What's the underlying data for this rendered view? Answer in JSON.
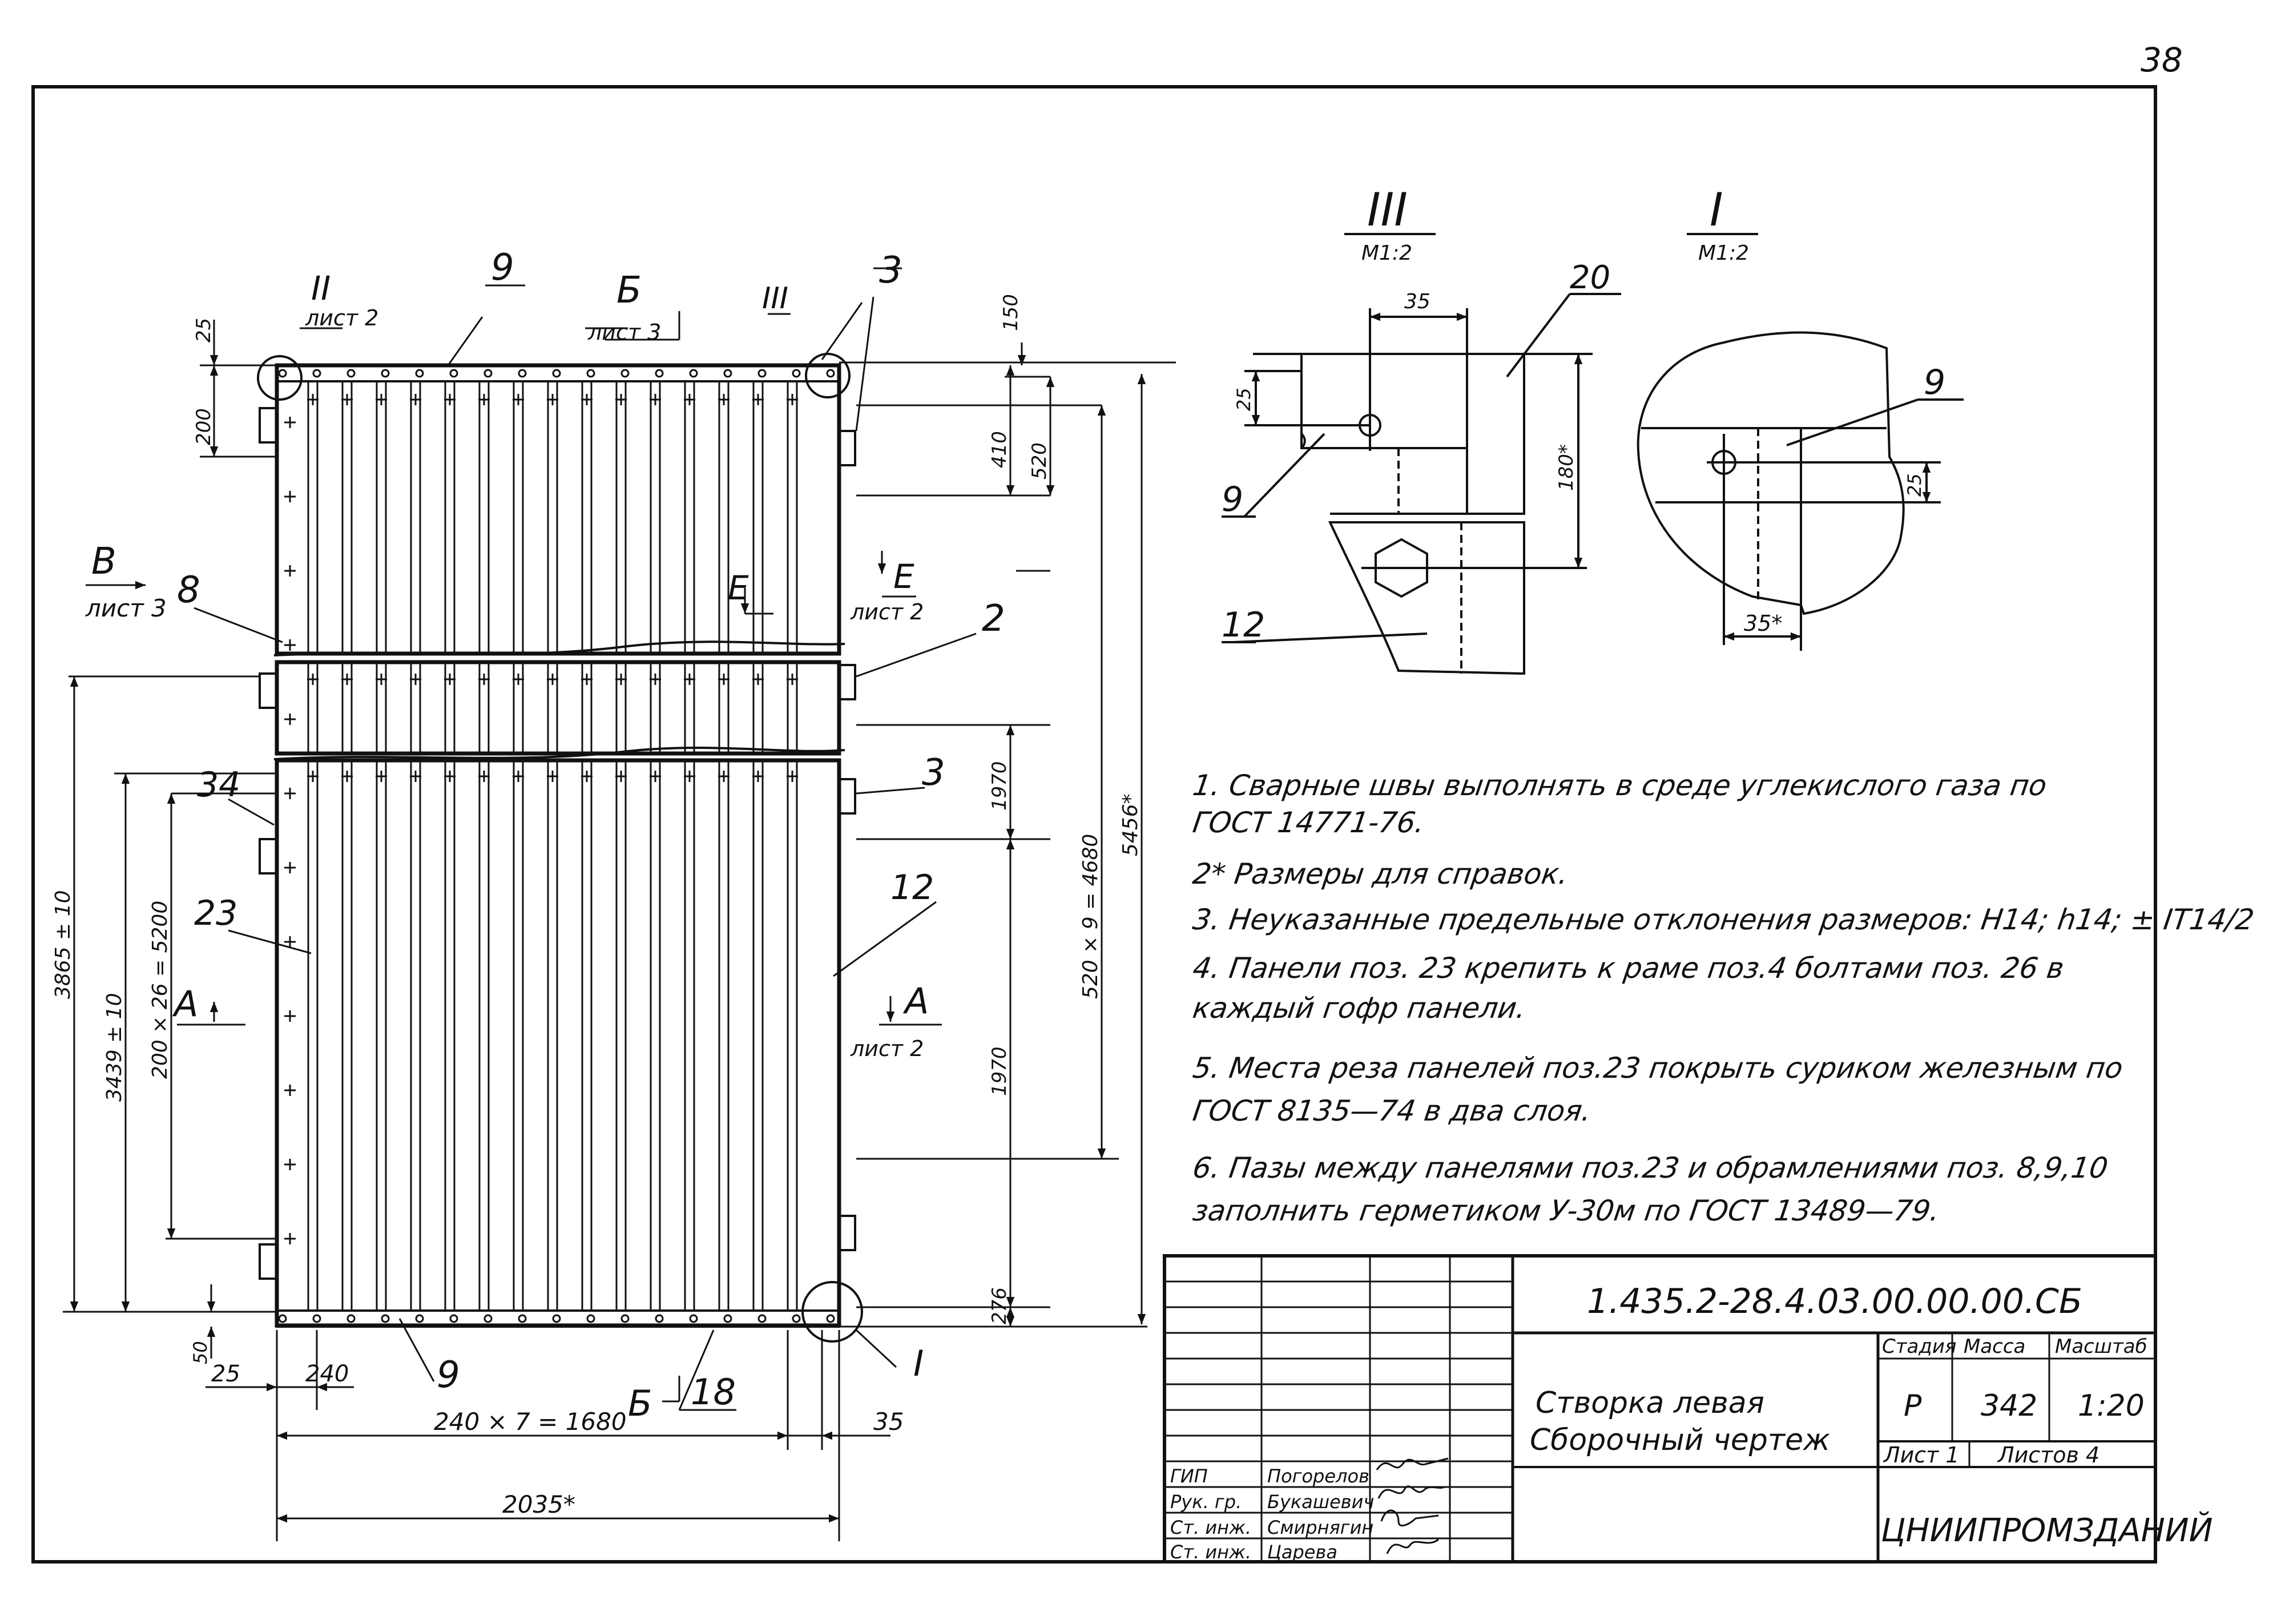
{
  "sheet": {
    "page_number": "38"
  },
  "main_view": {
    "callouts": {
      "view_II": "II",
      "view_II_ref": "лист 2",
      "pos_9_top": "9",
      "section_B_top": "Б",
      "section_B_top_ref": "лист 3",
      "view_III": "III",
      "pos_3_top": "3",
      "view_V": "В",
      "view_V_ref": "лист 3",
      "pos_8": "8",
      "section_E": "Е",
      "section_E_right": "Е",
      "section_E_ref": "лист 2",
      "pos_2": "2",
      "pos_3_mid": "3",
      "pos_34": "34",
      "pos_23": "23",
      "pos_12": "12",
      "section_A_left": "А",
      "section_A_right": "А",
      "section_A_ref": "лист 2",
      "pos_9_bottom": "9",
      "section_B_bottom": "Б",
      "pos_18": "18",
      "view_I": "I"
    },
    "dims": {
      "d_25_top": "25",
      "d_200": "200",
      "d_150": "150",
      "d_410": "410",
      "d_520_a": "520",
      "d_1970_a": "1970",
      "d_1970_b": "1970",
      "d_276": "276",
      "d_520x9": "520 × 9 = 4680",
      "d_5456": "5456*",
      "d_3865": "3865 ± 10",
      "d_3439": "3439 ± 10",
      "d_200x26": "200 × 26 = 5200",
      "d_50": "50",
      "d_25_bottom": "25",
      "d_240": "240",
      "d_240x7": "240 × 7 = 1680",
      "d_35": "35",
      "d_2035": "2035*"
    }
  },
  "detail_III": {
    "title": "III",
    "scale": "М1:2",
    "labels": {
      "pos_20": "20",
      "pos_9": "9",
      "pos_12": "12"
    },
    "dims": {
      "d_35": "35",
      "d_25": "25",
      "d_180": "180*"
    }
  },
  "detail_I": {
    "title": "I",
    "scale": "М1:2",
    "labels": {
      "pos_9": "9"
    },
    "dims": {
      "d_25": "25",
      "d_35": "35*"
    }
  },
  "notes": [
    "1. Сварные  швы выполнять  в среде углекислого газа по",
    "    ГОСТ  14771-76.",
    "2* Размеры  для справок.",
    "3. Неуказанные  предельные  отклонения размеров: Н14; h14; ± IT14/2",
    "4. Панели  поз. 23 крепить  к раме  поз.4 болтами  поз. 26 в",
    "    каждый  гофр  панели.",
    "5. Места  реза  панелей поз.23 покрыть  суриком железным по",
    "    ГОСТ  8135—74  в два слоя.",
    "6. Пазы  между  панелями  поз.23 и обрамлениями  поз. 8,9,10",
    "    заполнить  герметиком  У-30м  по  ГОСТ  13489—79."
  ],
  "title_block": {
    "document_code": "1.435.2-28.4.03.00.00.00.СБ",
    "name_line1": "Створка  левая",
    "name_line2": "Сборочный  чертеж",
    "headers": {
      "stage": "Стадия",
      "mass": "Масса",
      "scale": "Масштаб"
    },
    "values": {
      "stage": "Р",
      "mass": "342",
      "scale": "1:20"
    },
    "sheet": "Лист 1",
    "sheets": "Листов 4",
    "organization": "ЦНИИПРОМЗДАНИЙ",
    "signatures": [
      {
        "role": "ГИП",
        "name": "Погорелов"
      },
      {
        "role": "Рук. гр.",
        "name": "Букашевич"
      },
      {
        "role": "Ст. инж.",
        "name": "Смирнягин"
      },
      {
        "role": "Ст. инж.",
        "name": "Царева"
      }
    ]
  }
}
